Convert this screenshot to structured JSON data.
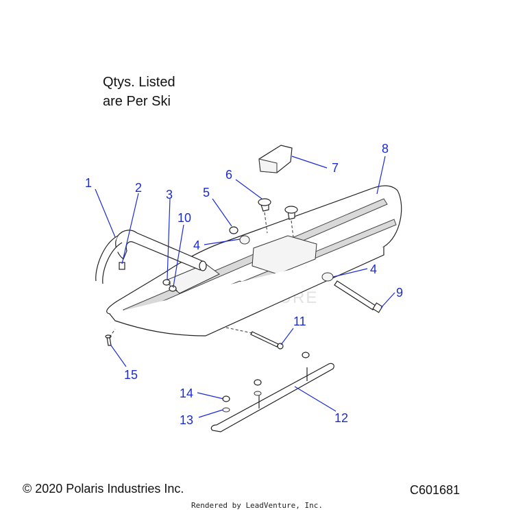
{
  "note": {
    "line1": "Qtys. Listed",
    "line2": "are Per Ski"
  },
  "callouts": [
    "1",
    "2",
    "3",
    "10",
    "5",
    "6",
    "4",
    "7",
    "8",
    "4",
    "9",
    "11",
    "15",
    "14",
    "13",
    "12"
  ],
  "watermark": "LEADVENTURE",
  "footer": {
    "copyright": "© 2020 Polaris Industries Inc.",
    "code": "C601681",
    "rendered_by": "Rendered by LeadVenture, Inc."
  },
  "colors": {
    "callout": "#1a2bd6",
    "line_art": "#222222"
  }
}
